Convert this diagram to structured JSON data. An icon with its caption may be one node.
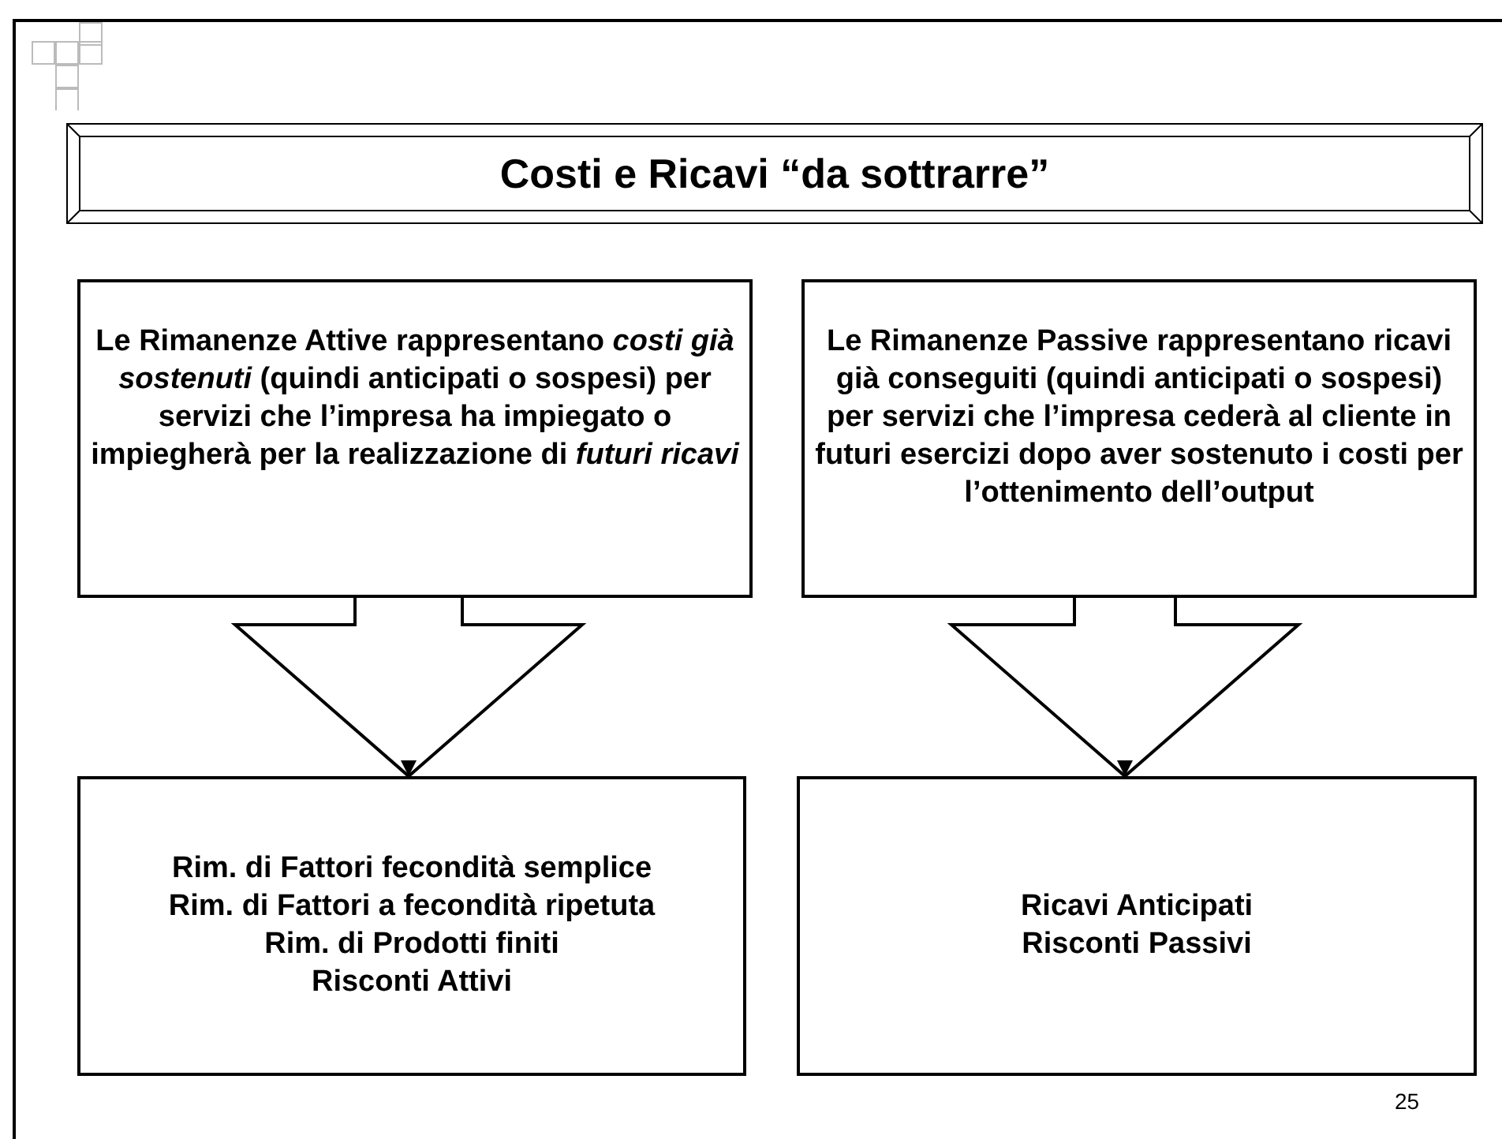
{
  "diagram": {
    "title": "Costi e Ricavi “da sottrarre”",
    "nodes": [
      {
        "text": [
          "Le Rimanenze Attive rappresentano *costi già sostenuti* (quindi anticipati o sospesi) per servizi che l’impresa ha impiegato o impiegherà per la realizzazione di *futuri ricavi*"
        ]
      },
      {
        "text": [
          "Le Rimanenze Passive rappresentano ricavi già conseguiti (quindi anticipati o sospesi) per servizi che l’impresa cederà al cliente in futuri esercizi dopo aver sostenuto i costi per l’ottenimento dell’output"
        ]
      },
      {
        "text": [
          "Rim. di Fattori fecondità semplice",
          "Rim. di Fattori a fecondità ripetuta",
          "Rim. di Prodotti finiti",
          "Risconti Attivi"
        ]
      },
      {
        "text": [
          "Ricavi Anticipati",
          "Risconti Passivi"
        ]
      }
    ],
    "edges": [
      {
        "from": 0,
        "to": 2,
        "arrow": "to"
      },
      {
        "from": 1,
        "to": 3,
        "arrow": "to"
      }
    ],
    "labels": [
      "25"
    ]
  }
}
